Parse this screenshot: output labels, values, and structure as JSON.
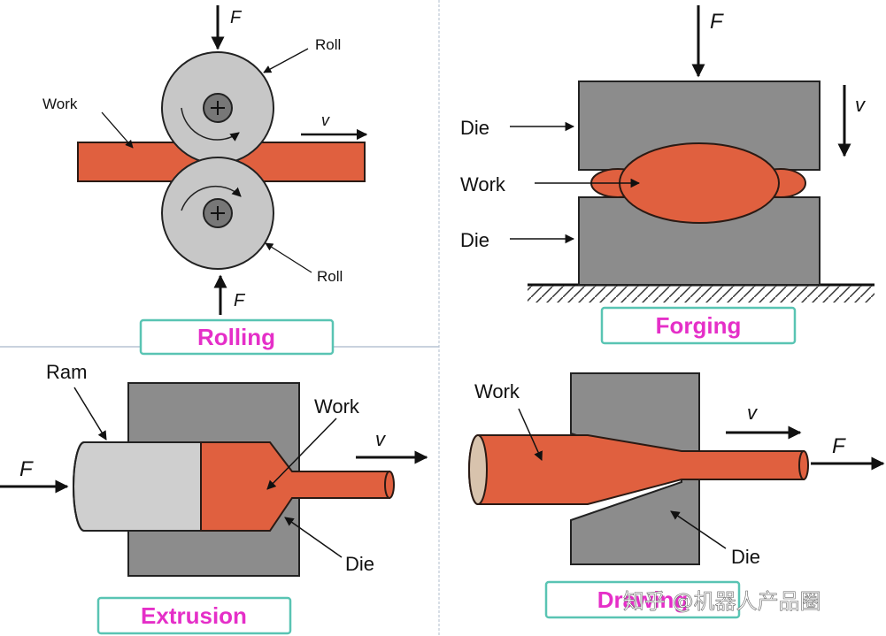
{
  "panels": {
    "rolling": {
      "title": "Rolling",
      "force_top": "F",
      "force_bottom": "F",
      "velocity": "v",
      "roll_top": "Roll",
      "roll_bottom": "Roll",
      "work": "Work"
    },
    "forging": {
      "title": "Forging",
      "force": "F",
      "velocity": "v",
      "die_top": "Die",
      "work": "Work",
      "die_bottom": "Die"
    },
    "extrusion": {
      "title": "Extrusion",
      "ram": "Ram",
      "force": "F",
      "work": "Work",
      "velocity": "v",
      "die": "Die"
    },
    "drawing": {
      "title": "Drawing",
      "work": "Work",
      "velocity": "v",
      "force": "F",
      "die": "Die"
    }
  },
  "watermark": "知乎 @机器人产品圈",
  "colors": {
    "work": "#e0603f",
    "work_stroke": "#2a1a14",
    "die": "#8c8c8c",
    "roll": "#c7c7c7",
    "ram": "#cfcfcf",
    "title_text": "#e52fc8",
    "title_border": "#59c4b3",
    "divider": "#b7c4d4"
  }
}
